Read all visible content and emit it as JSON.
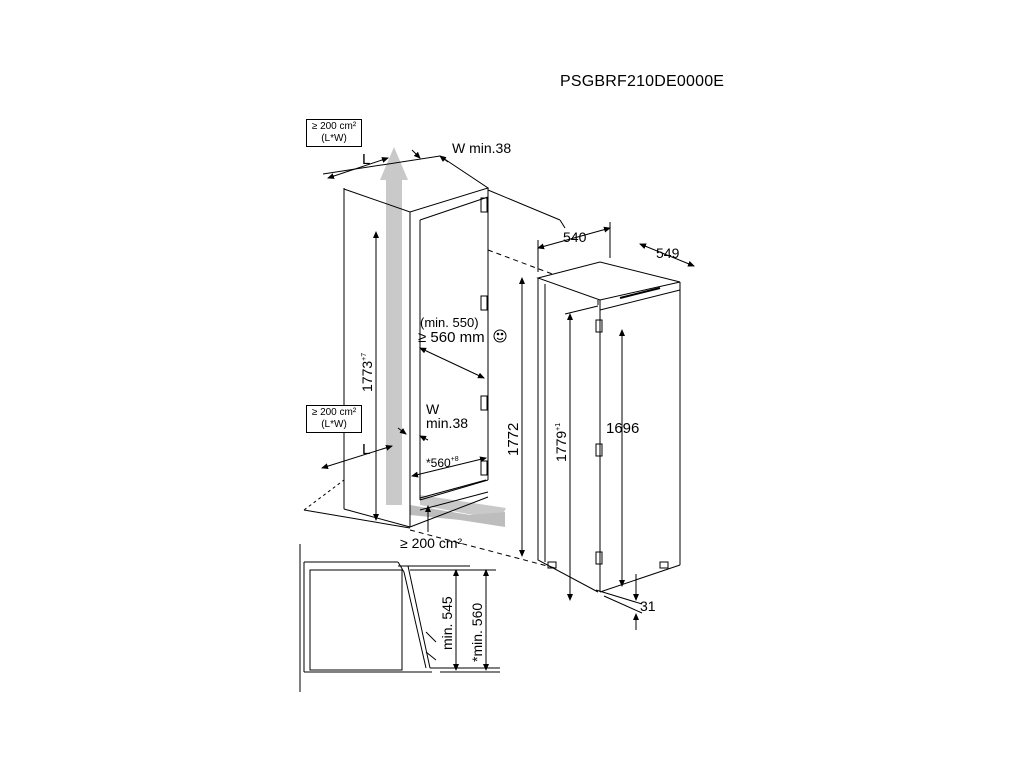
{
  "document": {
    "code": "PSGBRF210DE0000E"
  },
  "vent_top": {
    "line1": "≥ 200 cm²",
    "line2": "(L*W)"
  },
  "vent_mid": {
    "line1": "≥ 200 cm²",
    "line2": "(L*W)"
  },
  "labels": {
    "L_top": "L",
    "W_top": "W min.38",
    "width_540": "540",
    "depth_549": "549",
    "min_550": "(min. 550)",
    "niche_depth": "≥ 560 mm",
    "W_mid_1": "W",
    "W_mid_2": "min.38",
    "L_mid": "L",
    "niche_width_base": "*560",
    "niche_width_tol": "+8",
    "bottom_vent": "≥ 200 cm²",
    "niche_height_base": "1773",
    "niche_height_tol": "+7",
    "height_1772": "1772",
    "height_1779_base": "1779",
    "height_1779_tol": "+1",
    "height_1696": "1696",
    "dim_31": "31",
    "min_545": "min. 545",
    "min_560": "*min. 560"
  },
  "icons": {
    "smiley": "smiley-icon"
  }
}
